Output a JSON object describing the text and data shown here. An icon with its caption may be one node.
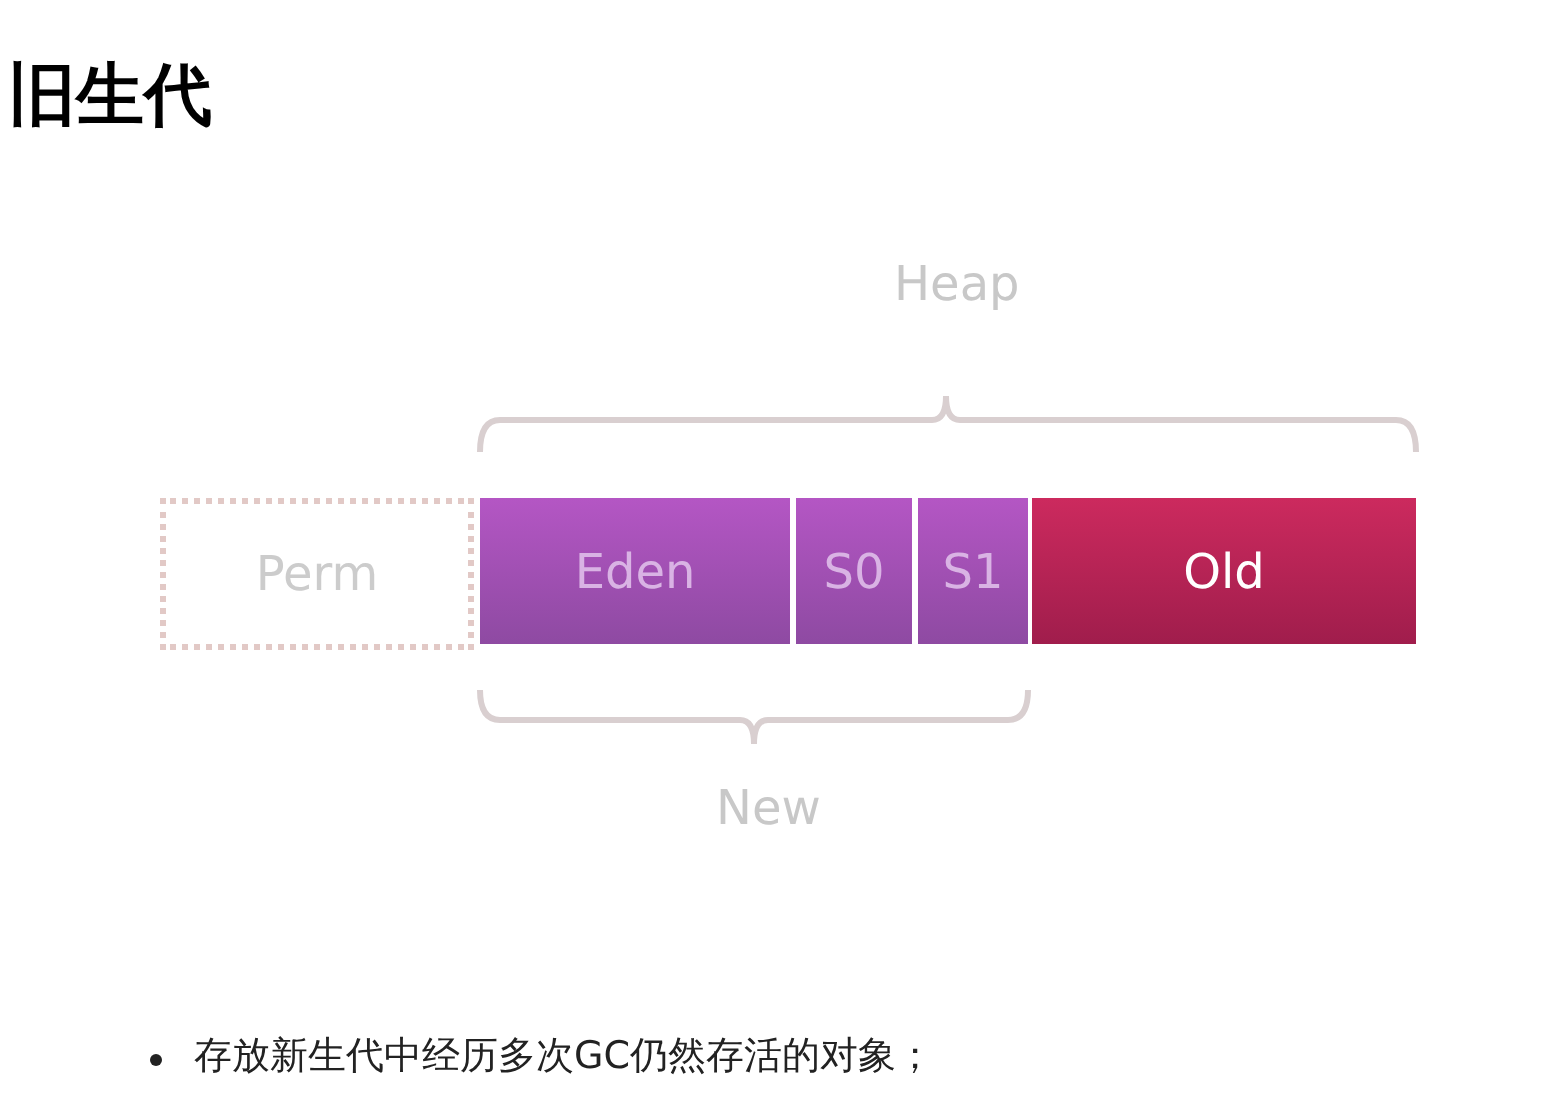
{
  "diagram": {
    "title": "旧生代",
    "nodes": [
      {
        "text": [
          "Perm"
        ]
      },
      {
        "text": [
          "Eden"
        ]
      },
      {
        "text": [
          "S0"
        ]
      },
      {
        "text": [
          "S1"
        ]
      },
      {
        "text": [
          "Old"
        ]
      }
    ],
    "edges": [],
    "labels": [
      "Heap",
      "New",
      "存放新生代中经历多次GC仍然存活的对象；"
    ]
  }
}
